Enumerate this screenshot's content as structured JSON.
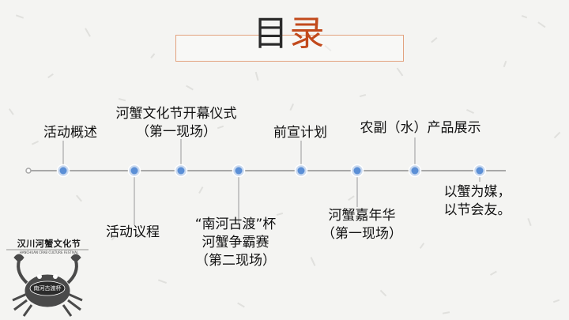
{
  "title": {
    "main": "目",
    "accent": "录"
  },
  "agenda": [
    {
      "label_lines": [
        "活动概述"
      ]
    },
    {
      "label_lines": [
        "活动议程"
      ]
    },
    {
      "label_lines": [
        "河蟹文化节开幕仪式",
        "（第一现场）"
      ]
    },
    {
      "label_lines": [
        "“南河古渡”杯",
        "河蟹争霸赛",
        "（第二现场）"
      ]
    },
    {
      "label_lines": [
        "前宣计划"
      ]
    },
    {
      "label_lines": [
        "河蟹嘉年华",
        "（第一现场）"
      ]
    },
    {
      "label_lines": [
        "农副（水）产品展示"
      ]
    },
    {
      "label_lines": [
        "以蟹为媒，",
        "以节会友。"
      ]
    }
  ],
  "logo": {
    "title": "汉川河蟹文化节",
    "subtitle": "HANCHUAN CRAB CULTURE FESTIVAL",
    "seal": "南河古渡杯"
  },
  "colors": {
    "line": "#a8a8a8",
    "node_fill": "#5b8fd6",
    "node_ring": "#c9d9ef",
    "title_border": "#e2a27e",
    "title_accent": "#c24a1c"
  }
}
